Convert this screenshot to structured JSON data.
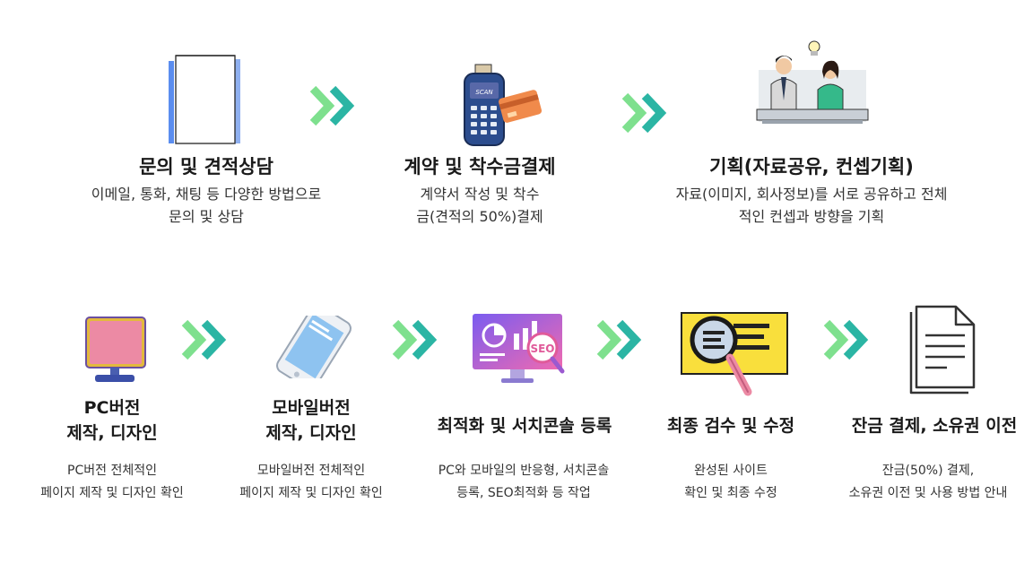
{
  "row1": [
    {
      "title": "문의 및 견적상담",
      "desc": "이메일, 통화, 채팅 등 다양한 방법으로\n문의 및 상담",
      "icon": "document-panel-icon"
    },
    {
      "title": "계약 및 착수금결제",
      "desc": "계약서 작성 및 착수\n금(견적의 50%)결제",
      "icon": "card-terminal-icon"
    },
    {
      "title": "기획(자료공유, 컨셉기획)",
      "desc": "자료(이미지, 회사정보)를 서로 공유하고 전체\n적인 컨셉과 방향을 기획",
      "icon": "planning-people-icon"
    }
  ],
  "row2": [
    {
      "title": "PC버전\n제작, 디자인",
      "desc": "PC버전 전체적인\n페이지 제작 및 디자인 확인",
      "icon": "monitor-icon"
    },
    {
      "title": "모바일버전\n제작, 디자인",
      "desc": "모바일버전 전체적인\n페이지 제작 및 디자인 확인",
      "icon": "smartphone-icon"
    },
    {
      "title": "최적화 및 서치콘솔 등록",
      "desc": "PC와 모바일의 반응형, 서치콘솔\n등록, SEO최적화 등 작업",
      "icon": "seo-monitor-icon"
    },
    {
      "title": "최종 검수 및 수정",
      "desc": "완성된 사이트\n확인 및 최종 수정",
      "icon": "magnifier-icon"
    },
    {
      "title": "잔금 결제, 소유권 이전",
      "desc": "잔금(50%) 결제,\n소유권 이전 및 사용 방법 안내",
      "icon": "document-icon"
    }
  ],
  "icons": {
    "scan_label": "SCAN",
    "seo_label": "SEO"
  },
  "colors": {
    "arrow_light": "#7ee08e",
    "arrow_dark": "#2bb5a4",
    "accent_blue": "#5b8def",
    "pink": "#ec8aa4",
    "yellow": "#f9df3c"
  }
}
